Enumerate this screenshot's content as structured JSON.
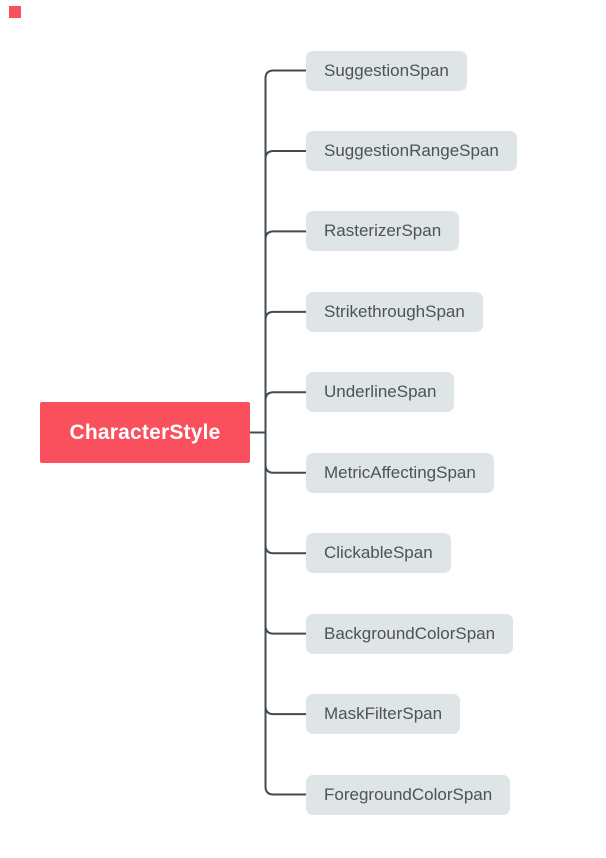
{
  "diagram": {
    "type": "mindmap",
    "root": {
      "label": "CharacterStyle"
    },
    "children": [
      {
        "label": "SuggestionSpan"
      },
      {
        "label": "SuggestionRangeSpan"
      },
      {
        "label": "RasterizerSpan"
      },
      {
        "label": "StrikethroughSpan"
      },
      {
        "label": "UnderlineSpan"
      },
      {
        "label": "MetricAffectingSpan"
      },
      {
        "label": "ClickableSpan"
      },
      {
        "label": "BackgroundColorSpan"
      },
      {
        "label": "MaskFilterSpan"
      },
      {
        "label": "ForegroundColorSpan"
      }
    ],
    "colors": {
      "background": "#ffffff",
      "root_bg": "#fa4f5c",
      "root_text": "#ffffff",
      "node_bg": "#dfe4e6",
      "node_text": "#4d5356",
      "connector": "#414b55",
      "corner_marker": "#fa4f5c"
    }
  }
}
